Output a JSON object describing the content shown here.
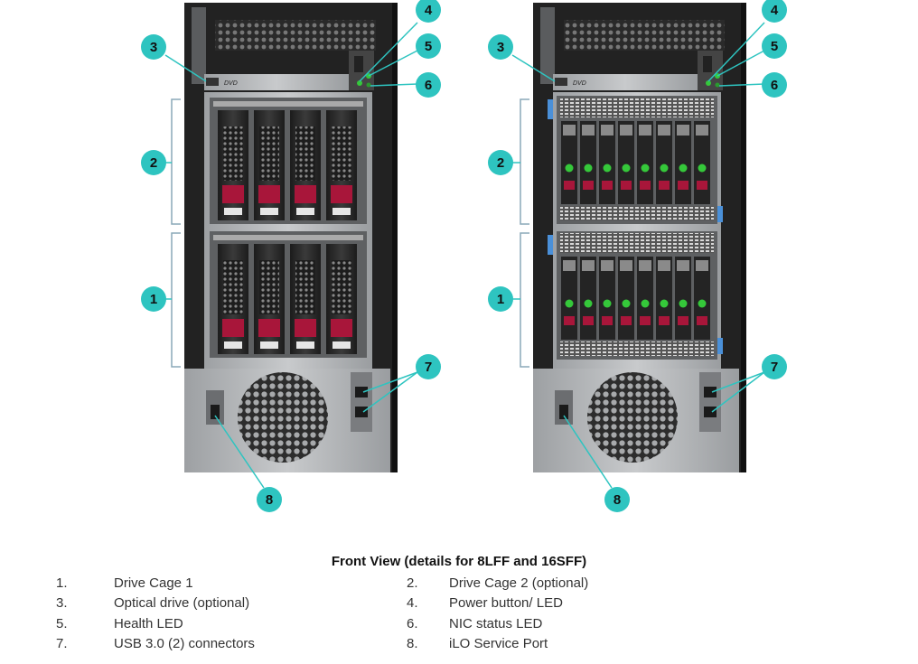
{
  "callouts": [
    "1",
    "2",
    "3",
    "4",
    "5",
    "6",
    "7",
    "8"
  ],
  "optical_drive_label": "DVD",
  "caption": "Front View (details for 8LFF and 16SFF)",
  "legend": [
    {
      "num": "1.",
      "label": "Drive Cage 1"
    },
    {
      "num": "2.",
      "label": "Drive Cage 2 (optional)"
    },
    {
      "num": "3.",
      "label": "Optical drive (optional)"
    },
    {
      "num": "4.",
      "label": "Power button/ LED"
    },
    {
      "num": "5.",
      "label": "Health LED"
    },
    {
      "num": "6.",
      "label": "NIC status LED"
    },
    {
      "num": "7.",
      "label": "USB 3.0 (2) connectors"
    },
    {
      "num": "8.",
      "label": "iLO Service Port"
    }
  ],
  "colors": {
    "callout": "#2ec4c0",
    "chassis": "#2b2b2b",
    "bezel": "#b9bbbd",
    "drive_latch": "#a8163a",
    "led_green": "#35c83a",
    "bracket": "#8aa8b8"
  }
}
